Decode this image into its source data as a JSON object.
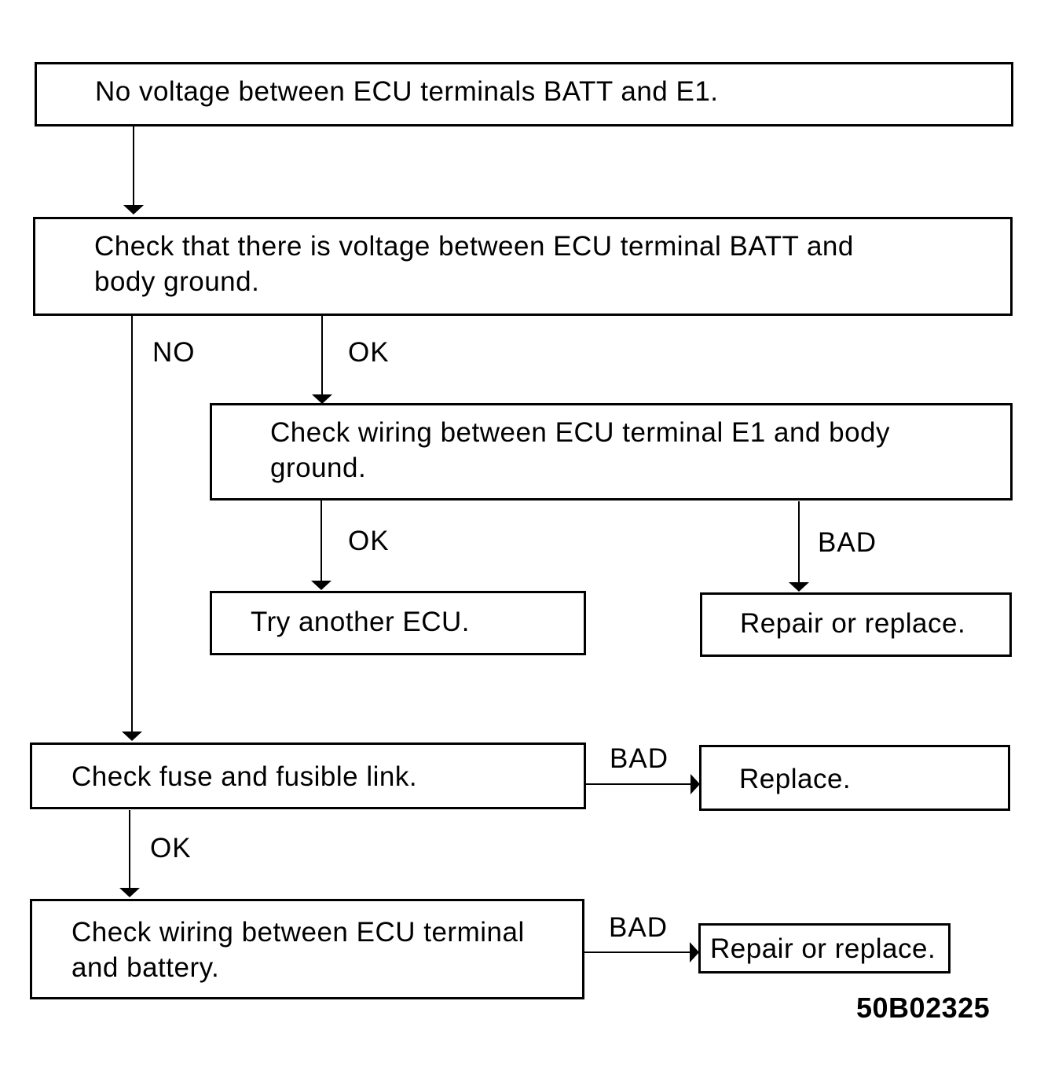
{
  "boxes": {
    "start": "No voltage between ECU terminals BATT and E1.",
    "check_batt": "Check that there is voltage between ECU terminal BATT and\nbody ground.",
    "check_e1": "Check wiring between ECU terminal E1 and body\nground.",
    "try_ecu": "Try another ECU.",
    "repair_e1": "Repair or replace.",
    "check_fuse": "Check fuse and fusible link.",
    "replace_fuse": "Replace.",
    "check_wiring_batt": "Check wiring between ECU terminal\nand battery.",
    "repair_batt": "Repair or replace."
  },
  "labels": {
    "no_batt": "NO",
    "ok_batt": "OK",
    "ok_e1": "OK",
    "bad_e1": "BAD",
    "bad_fuse": "BAD",
    "ok_fuse": "OK",
    "bad_wiring": "BAD"
  },
  "figure_code": "50B02325"
}
